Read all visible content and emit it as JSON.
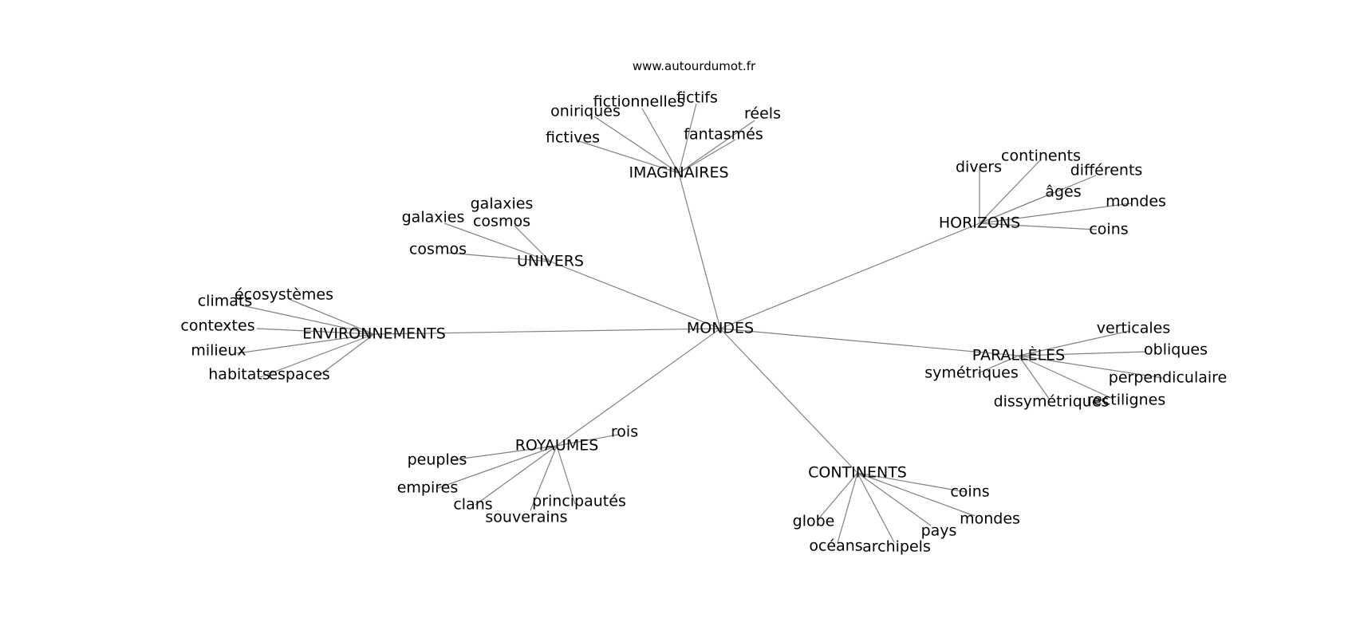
{
  "source": "www.autourdumot.fr",
  "center": {
    "id": "mondes",
    "label": "MONDES"
  },
  "hubs": [
    {
      "id": "imaginaires",
      "label": "IMAGINAIRES",
      "children": [
        {
          "id": "imaginaires-fictives",
          "label": "fictives"
        },
        {
          "id": "imaginaires-oniriques",
          "label": "oniriques"
        },
        {
          "id": "imaginaires-fictionnelles",
          "label": "fictionnelles"
        },
        {
          "id": "imaginaires-fictifs",
          "label": "fictifs"
        },
        {
          "id": "imaginaires-reels",
          "label": "réels"
        },
        {
          "id": "imaginaires-fantasmes",
          "label": "fantasmés"
        }
      ]
    },
    {
      "id": "horizons",
      "label": "HORIZONS",
      "children": [
        {
          "id": "horizons-divers",
          "label": "divers"
        },
        {
          "id": "horizons-continents",
          "label": "continents"
        },
        {
          "id": "horizons-differents",
          "label": "différents"
        },
        {
          "id": "horizons-ages",
          "label": "âges"
        },
        {
          "id": "horizons-mondes",
          "label": "mondes"
        },
        {
          "id": "horizons-coins",
          "label": "coins"
        }
      ]
    },
    {
      "id": "univers",
      "label": "UNIVERS",
      "children": [
        {
          "id": "univers-galaxies",
          "label": "galaxies"
        },
        {
          "id": "univers-galaxies-cosmos",
          "label": "galaxies",
          "label2": "cosmos"
        },
        {
          "id": "univers-cosmos",
          "label": "cosmos"
        }
      ]
    },
    {
      "id": "environnements",
      "label": "ENVIRONNEMENTS",
      "children": [
        {
          "id": "env-climats",
          "label": "climats"
        },
        {
          "id": "env-ecosystemes",
          "label": "écosystèmes"
        },
        {
          "id": "env-contextes",
          "label": "contextes"
        },
        {
          "id": "env-milieux",
          "label": "milieux"
        },
        {
          "id": "env-habitats",
          "label": "habitats"
        },
        {
          "id": "env-espaces",
          "label": "espaces"
        }
      ]
    },
    {
      "id": "paralleles",
      "label": "PARALLÈLES",
      "children": [
        {
          "id": "par-verticales",
          "label": "verticales"
        },
        {
          "id": "par-obliques",
          "label": "obliques"
        },
        {
          "id": "par-perpendiculaires",
          "label": "perpendiculaire"
        },
        {
          "id": "par-rectilignes",
          "label": "rectilignes"
        },
        {
          "id": "par-dissymetriques",
          "label": "dissymétriques"
        },
        {
          "id": "par-symetriques",
          "label": "symétriques"
        }
      ]
    },
    {
      "id": "royaumes",
      "label": "ROYAUMES",
      "children": [
        {
          "id": "roy-rois",
          "label": "rois"
        },
        {
          "id": "roy-peuples",
          "label": "peuples"
        },
        {
          "id": "roy-empires",
          "label": "empires"
        },
        {
          "id": "roy-clans",
          "label": "clans"
        },
        {
          "id": "roy-souverains",
          "label": "souverains"
        },
        {
          "id": "roy-principautes",
          "label": "principautés"
        }
      ]
    },
    {
      "id": "continents",
      "label": "CONTINENTS",
      "children": [
        {
          "id": "con-coins",
          "label": "coins"
        },
        {
          "id": "con-mondes",
          "label": "mondes"
        },
        {
          "id": "con-pays",
          "label": "pays"
        },
        {
          "id": "con-archipels",
          "label": "archipels"
        },
        {
          "id": "con-oceans",
          "label": "océans"
        },
        {
          "id": "con-globe",
          "label": "globe"
        }
      ]
    }
  ]
}
